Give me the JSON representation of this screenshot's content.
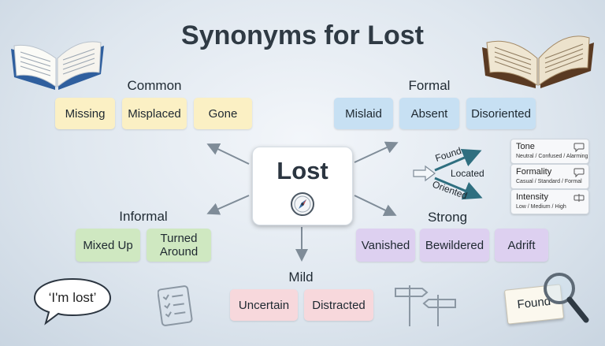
{
  "title": "Synonyms for Lost",
  "center": {
    "word": "Lost"
  },
  "groups": {
    "common": {
      "label": "Common",
      "items": [
        "Missing",
        "Misplaced",
        "Gone"
      ]
    },
    "formal": {
      "label": "Formal",
      "items": [
        "Mislaid",
        "Absent",
        "Disoriented"
      ]
    },
    "informal": {
      "label": "Informal",
      "items": [
        "Mixed Up",
        "Turned Around"
      ]
    },
    "strong": {
      "label": "Strong",
      "items": [
        "Vanished",
        "Bewildered",
        "Adrift"
      ]
    },
    "mild": {
      "label": "Mild",
      "items": [
        "Uncertain",
        "Distracted"
      ]
    }
  },
  "arrow_words": {
    "top": "Found",
    "middle": "Located",
    "bottom": "Oriented"
  },
  "sidebar": [
    {
      "title": "Tone",
      "sub": "Neutral / Confused / Alarming",
      "icon": "speech-bubble-icon"
    },
    {
      "title": "Formality",
      "sub": "Casual / Standard / Formal",
      "icon": "speech-bubble-icon"
    },
    {
      "title": "Intensity",
      "sub": "Low / Medium / High",
      "icon": "slider-icon"
    }
  ],
  "speech_bubble": "‘I'm lost’",
  "found_note": "Found",
  "colors": {
    "common": "#fbf0c4",
    "formal": "#c7e0f3",
    "informal": "#cfe8c1",
    "strong": "#ddd0f0",
    "mild": "#f7d8dc",
    "arrow": "#2f6f80"
  }
}
